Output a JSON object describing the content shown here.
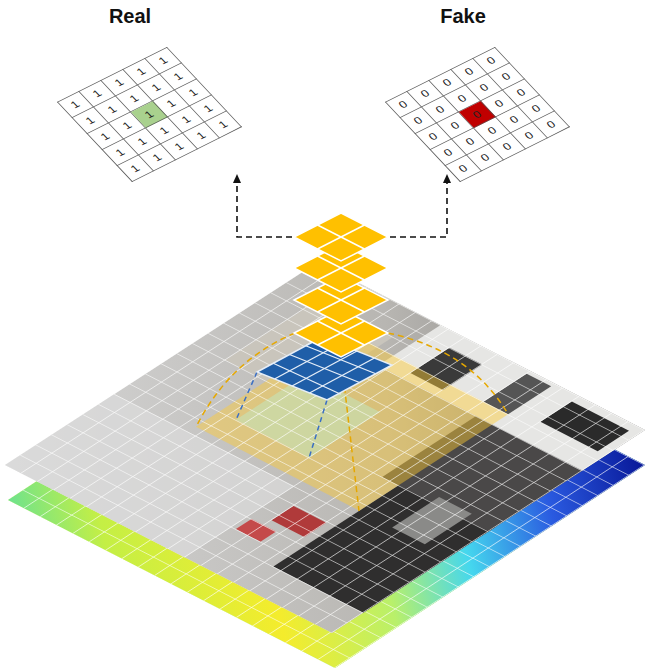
{
  "diagram": {
    "nodes": [
      {
        "text": [
          "Real"
        ]
      },
      {
        "text": [
          "Fake"
        ]
      }
    ],
    "labels": [
      "1",
      "1",
      "1",
      "1",
      "1",
      "1",
      "1",
      "1",
      "1",
      "1",
      "1",
      "1",
      "1",
      "1",
      "1",
      "1",
      "1",
      "1",
      "1",
      "1",
      "1",
      "1",
      "1",
      "1",
      "1",
      "0",
      "0",
      "0",
      "0",
      "0",
      "0",
      "0",
      "0",
      "0",
      "0",
      "0",
      "0",
      "0",
      "0",
      "0",
      "0",
      "0",
      "0",
      "0",
      "0",
      "0",
      "0",
      "0",
      "0",
      "0"
    ]
  }
}
